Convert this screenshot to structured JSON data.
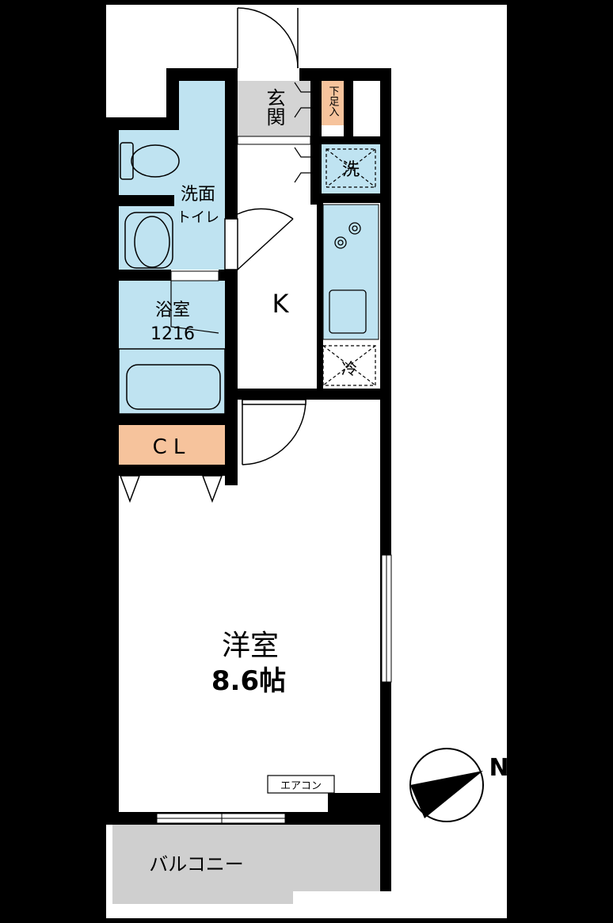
{
  "rooms": {
    "entrance": "玄関",
    "shoe_box": "下足入",
    "washer": "洗",
    "washroom_line1": "洗面",
    "washroom_line2": "トイレ",
    "bath_line1": "浴室",
    "bath_line2": "1216",
    "kitchen": "K",
    "fridge": "冷",
    "closet": "CL",
    "western_room": "洋室",
    "western_room_size": "8.6帖",
    "aircon": "エアコン",
    "balcony": "バルコニー"
  },
  "compass": {
    "north_label": "N"
  },
  "colors": {
    "background": "#000000",
    "paper": "#ffffff",
    "wet_area": "#bfe3f1",
    "closet": "#f6c39c",
    "entrance": "#d4d4d4",
    "balcony": "#cfcfcf",
    "wall": "#000000"
  }
}
